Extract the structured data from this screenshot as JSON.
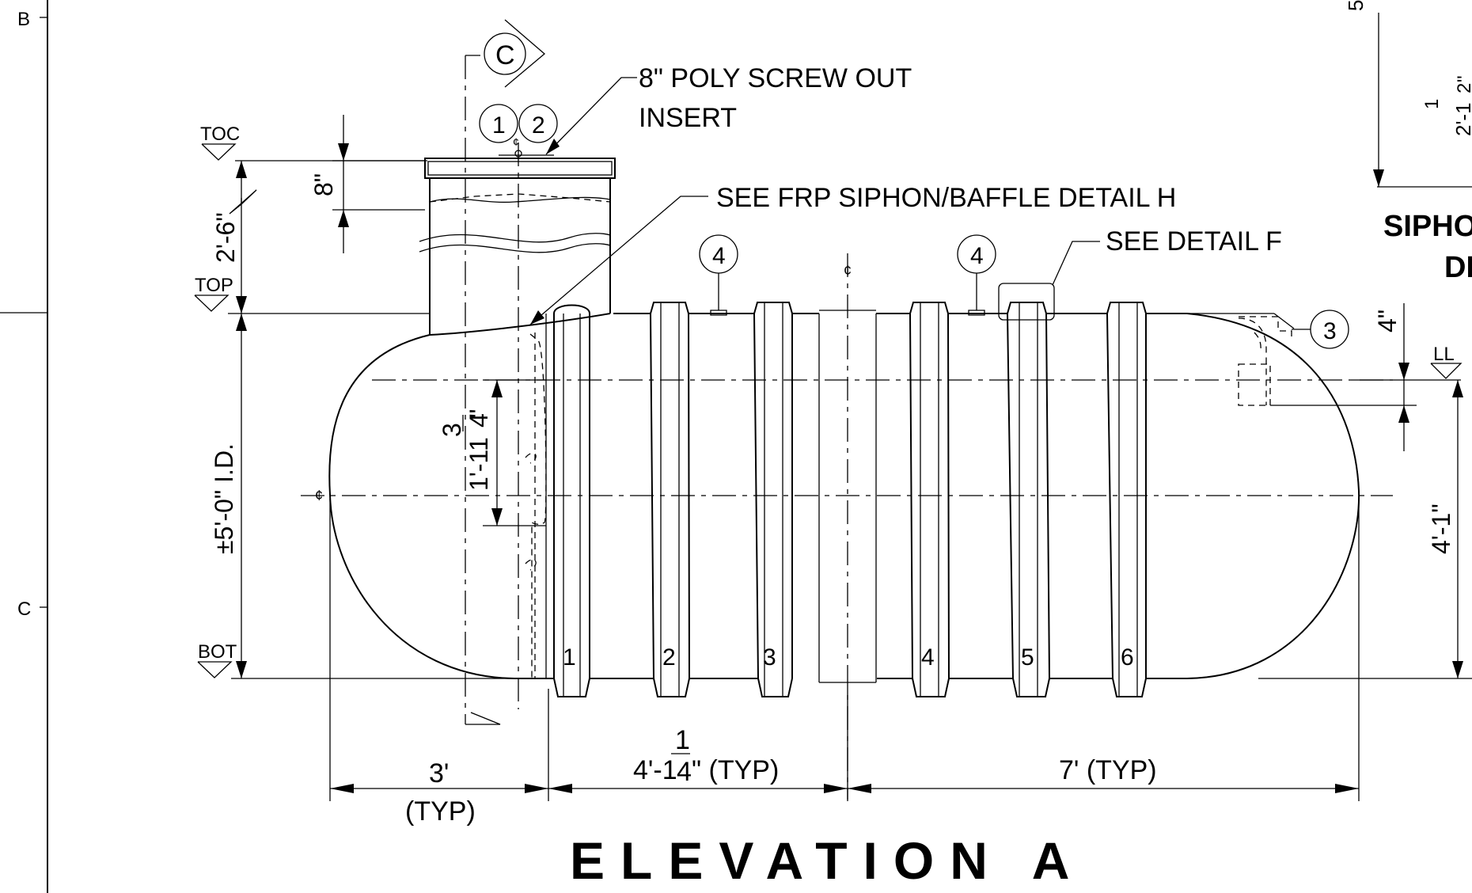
{
  "grid": {
    "row_b": "B",
    "row_c": "C"
  },
  "section_marker": "C",
  "callouts": {
    "c1": "1",
    "c2": "2",
    "c3": "3",
    "c4a": "4",
    "c4b": "4"
  },
  "notes": {
    "poly_insert_line1": "8\" POLY SCREW OUT",
    "poly_insert_line2": "INSERT",
    "siphon_detail": "SEE FRP SIPHON/BAFFLE DETAIL H",
    "detail_f": "SEE DETAIL F"
  },
  "elevations": {
    "toc": "TOC",
    "top": "TOP",
    "bot": "BOT",
    "ll": "LL"
  },
  "dimensions": {
    "riser_height": "2'-6\"",
    "lid_offset": "8\"",
    "inside_diameter": "±5'-0\" I.D.",
    "baffle_num": "3",
    "baffle_base": "1'-11",
    "baffle_den": "4",
    "outlet_drop": "4\"",
    "outlet_height": "4'-1\"",
    "end_cap": "3'",
    "end_cap_note": "(TYP)",
    "rib_num": "1",
    "rib_spacing": "4'-1",
    "rib_den": "4",
    "rib_note": "\" (TYP)",
    "half_length": "7' (TYP)",
    "partial_dim_top": "5",
    "partial_dim_frac_num": "1",
    "partial_dim_frac": "2'-1",
    "partial_dim_frac_den": "2",
    "partial_dim_tail": "\""
  },
  "ribs": [
    "1",
    "2",
    "3",
    "4",
    "5",
    "6"
  ],
  "side_title": {
    "line1": "SIPHO",
    "line2": "DE"
  },
  "main_title": "ELEVATION A"
}
